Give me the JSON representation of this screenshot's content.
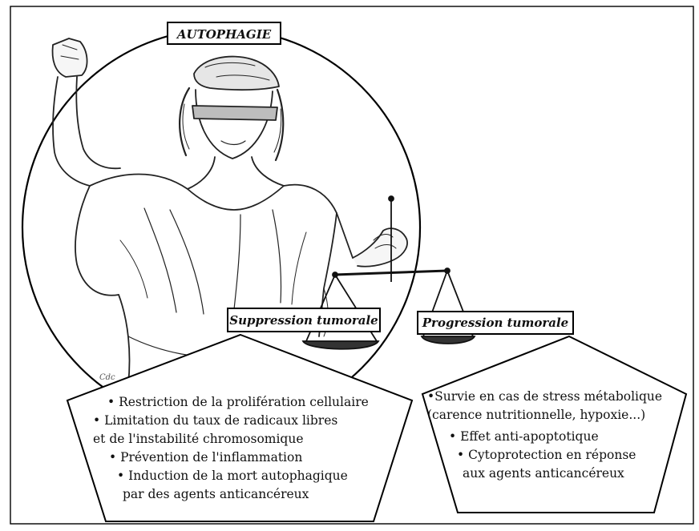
{
  "title": "AUTOPHAGIE",
  "signature": "Cdc",
  "left": {
    "title": "Suppression tumorale",
    "lines": [
      "• Restriction de la prolifération cellulaire",
      "• Limitation du taux de radicaux libres",
      "et de l'instabilité chromosomique",
      "• Prévention de l'inflammation",
      "• Induction de la mort autophagique",
      "par des agents anticancéreux"
    ]
  },
  "right": {
    "title": "Progression tumorale",
    "lines": [
      "•Survie en cas de stress métabolique",
      "(carence nutritionnelle, hypoxie...)",
      "• Effet anti-apoptotique",
      "• Cytoprotection en réponse",
      "aux agents anticancéreux"
    ]
  }
}
